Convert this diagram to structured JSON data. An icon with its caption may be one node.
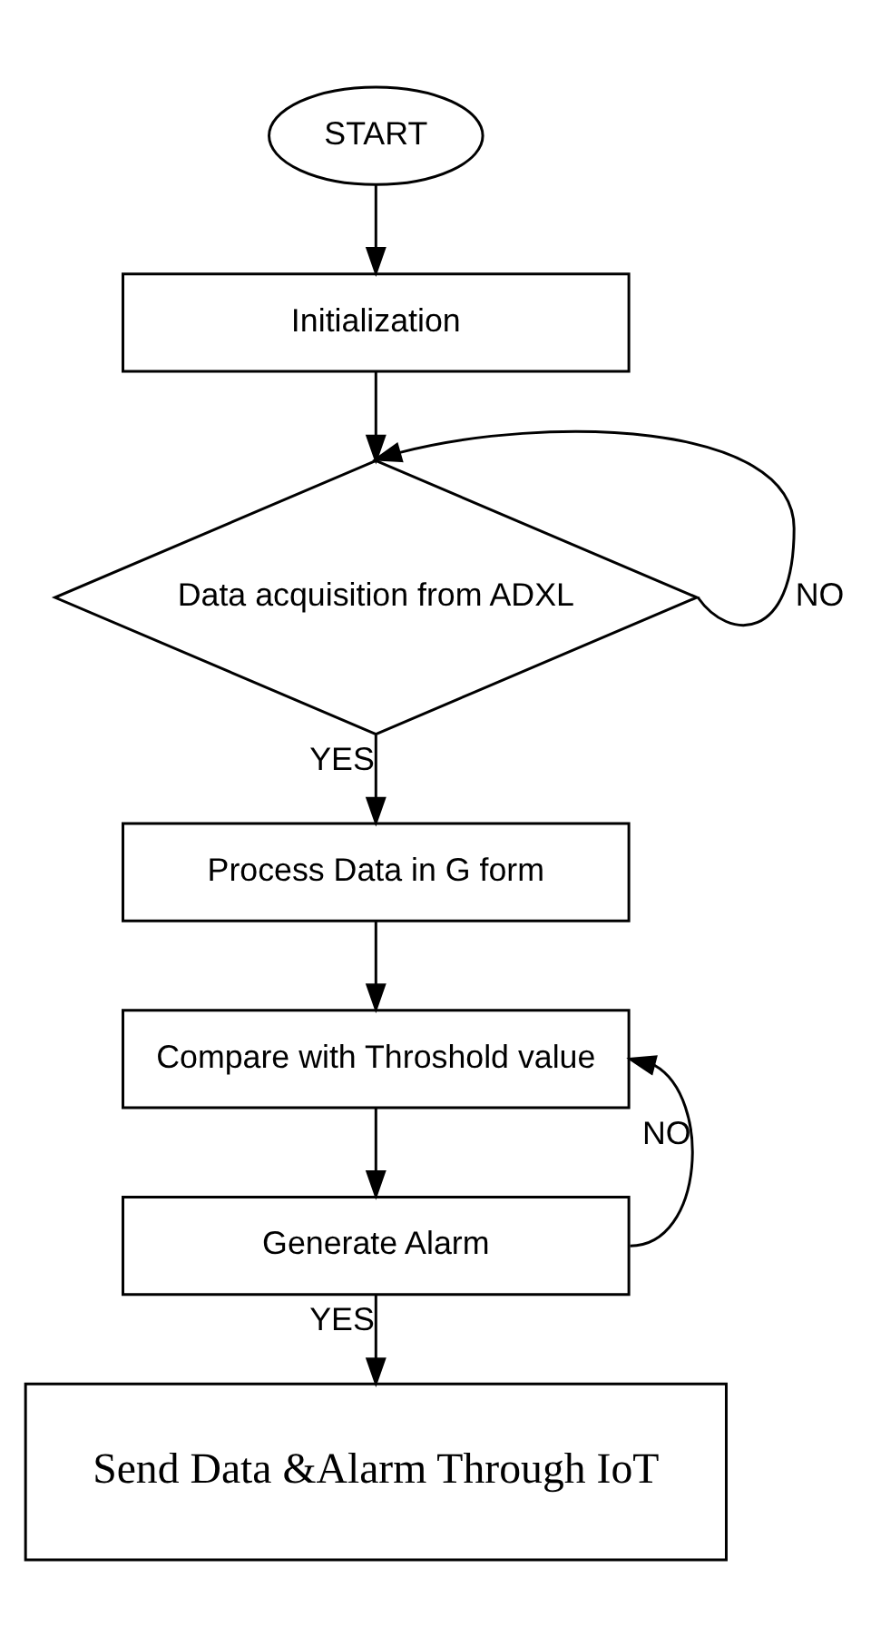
{
  "diagram": {
    "nodes": [
      {
        "text": [
          "START"
        ]
      },
      {
        "text": [
          "Initialization"
        ]
      },
      {
        "text": [
          "Data acquisition from ADXL"
        ]
      },
      {
        "text": [
          "Process Data in G form"
        ]
      },
      {
        "text": [
          "Compare with Throshold value"
        ]
      },
      {
        "text": [
          "Generate Alarm"
        ]
      },
      {
        "text": [
          "Send Data &Alarm Through IoT"
        ]
      }
    ],
    "edges": [
      {
        "from": 0,
        "to": 1,
        "arrow": "to"
      },
      {
        "from": 1,
        "to": 2,
        "arrow": "to"
      },
      {
        "from": 2,
        "to": 2,
        "arrow": "to",
        "label": "NO"
      },
      {
        "from": 2,
        "to": 3,
        "arrow": "to",
        "label": "YES"
      },
      {
        "from": 3,
        "to": 4,
        "arrow": "to"
      },
      {
        "from": 4,
        "to": 5,
        "arrow": "to"
      },
      {
        "from": 5,
        "to": 4,
        "arrow": "to",
        "label": "NO"
      },
      {
        "from": 5,
        "to": 6,
        "arrow": "to",
        "label": "YES"
      }
    ]
  }
}
